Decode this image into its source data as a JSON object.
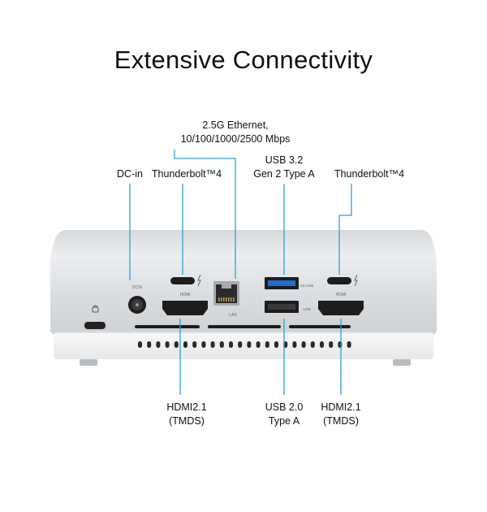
{
  "title": "Extensive Connectivity",
  "labels": {
    "ethernet": [
      "2.5G Ethernet,",
      "10/100/1000/2500 Mbps"
    ],
    "usb32": [
      "USB 3.2",
      "Gen 2 Type A"
    ],
    "dcin": "DC-in",
    "tb4_left": "Thunderbolt™4",
    "tb4_right": "Thunderbolt™4",
    "hdmi_left": [
      "HDMI2.1",
      "(TMDS)"
    ],
    "usb20": [
      "USB 2.0",
      "Type A"
    ],
    "hdmi_right": [
      "HDMI2.1",
      "(TMDS)"
    ]
  },
  "port_marks": {
    "dcin": "DCIN",
    "hdmi_left": "HDMI",
    "hdmi_right": "HDMI",
    "lan": "LAN",
    "usb_top": "SS USB",
    "usb_bottom": "USB"
  },
  "colors": {
    "callout_line": "#2aa3d8",
    "chassis": "#d9dcdf",
    "base": "#f2f3f4",
    "usb32_port": "#1e6fd0"
  }
}
